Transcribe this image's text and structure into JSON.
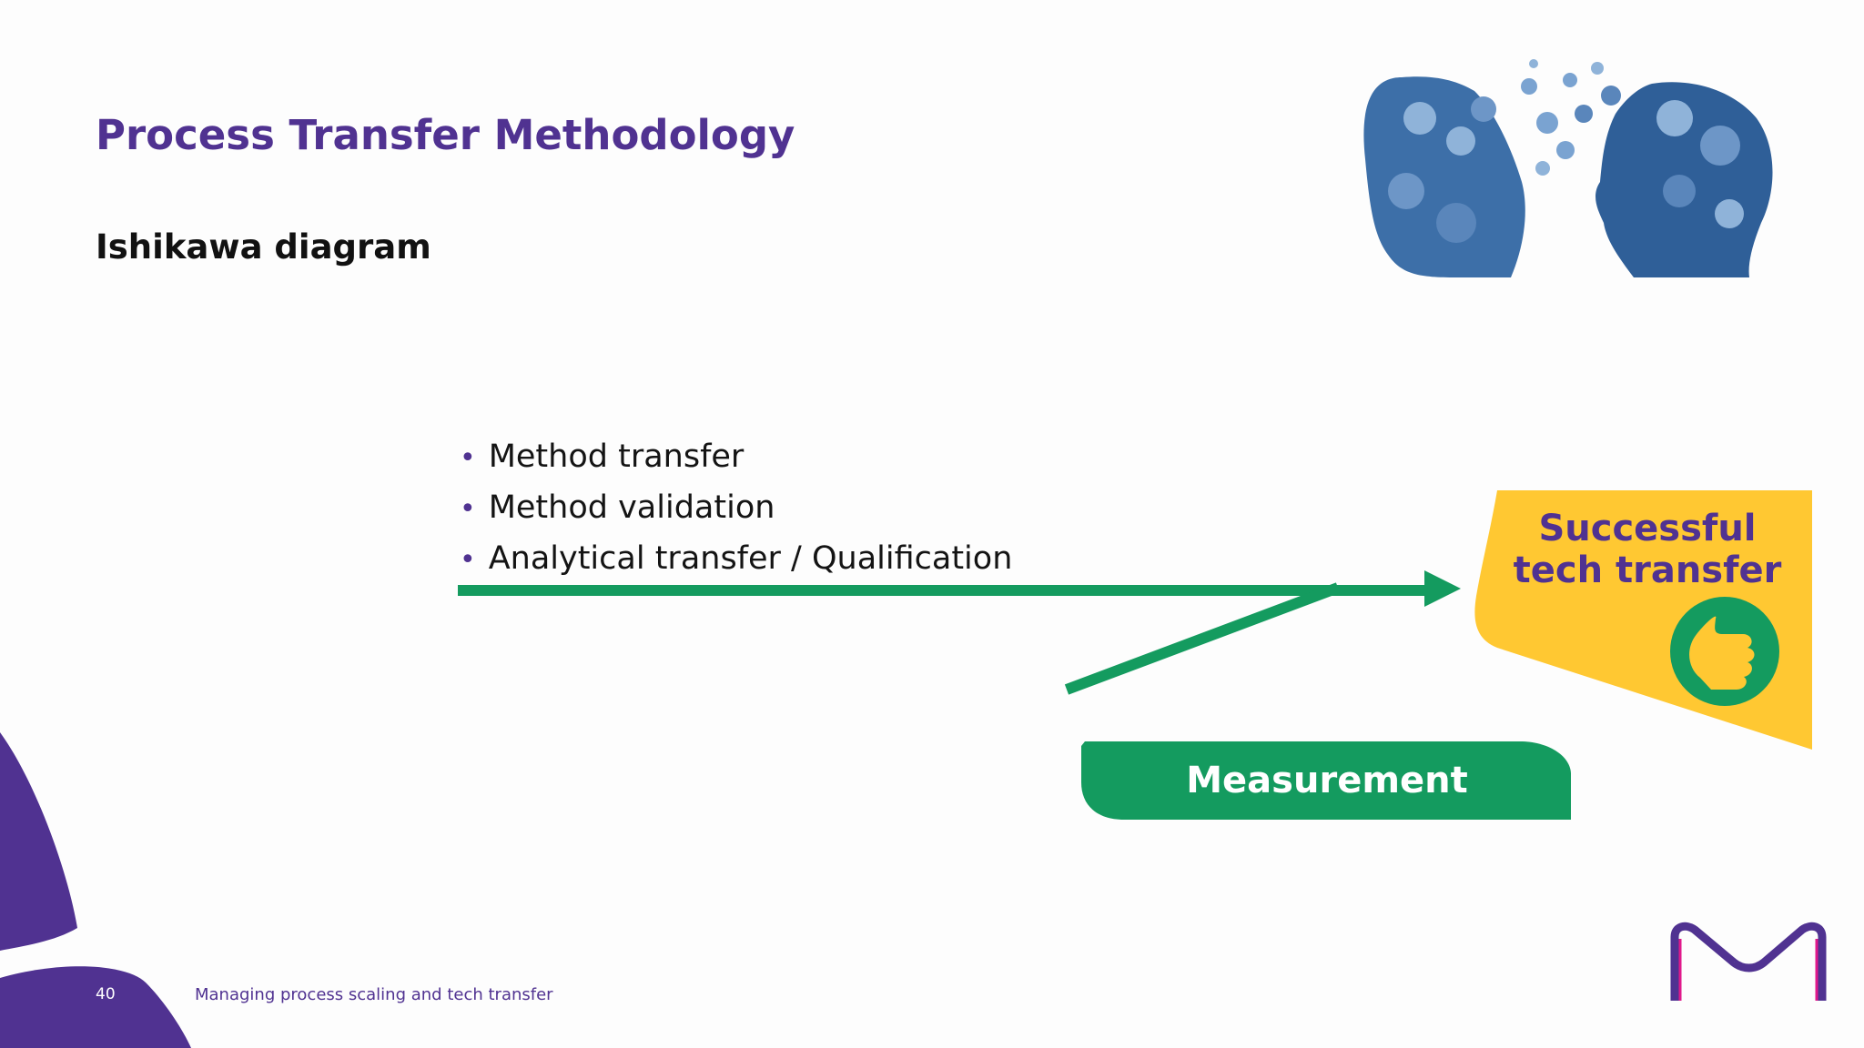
{
  "slide": {
    "title": "Process Transfer Methodology",
    "subtitle": "Ishikawa diagram",
    "bullets": [
      "Method transfer",
      "Method validation",
      "Analytical transfer / Qualification"
    ],
    "goal": {
      "line1": "Successful",
      "line2": "tech transfer"
    },
    "category": "Measurement",
    "page_number": "40",
    "footer": "Managing process scaling and tech transfer"
  },
  "colors": {
    "brand_purple": "#503291",
    "arrow_green": "#149B5F",
    "goal_yellow": "#FFC832"
  },
  "icons": [
    "gear-heads-image",
    "thumbs-up-icon",
    "merck-logo",
    "arrow-head-icon"
  ]
}
